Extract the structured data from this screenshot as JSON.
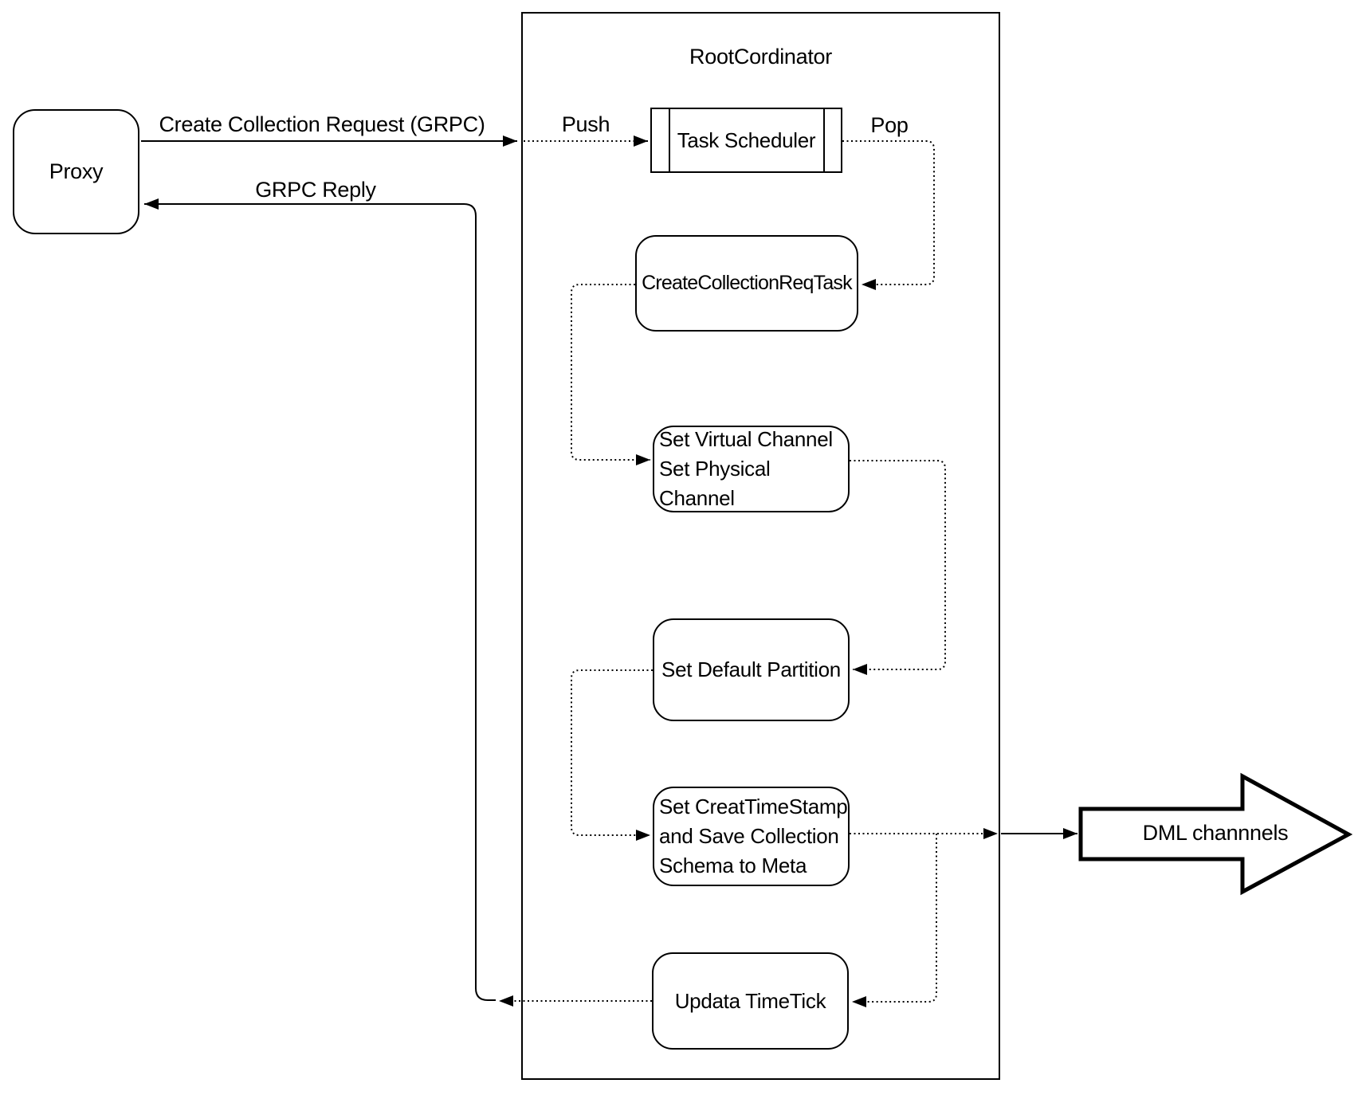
{
  "proxy": {
    "label": "Proxy"
  },
  "container": {
    "title": "RootCordinator"
  },
  "nodes": {
    "task_scheduler": {
      "label": "Task Scheduler"
    },
    "create_collection_req_task": {
      "label": "CreateCollectionReqTask"
    },
    "set_channels": {
      "lines": [
        "Set Virtual Channel",
        "Set Physical Channel"
      ]
    },
    "set_default_partition": {
      "label": "Set Default Partition"
    },
    "set_creat_timestamp": {
      "lines": [
        "Set CreatTimeStamp",
        "and Save Collection",
        "Schema to Meta"
      ]
    },
    "updata_timetick": {
      "label": "Updata TimeTick"
    }
  },
  "edges": {
    "create_collection_request": {
      "label": "Create Collection Request (GRPC)"
    },
    "grpc_reply": {
      "label": "GRPC Reply"
    },
    "push": {
      "label": "Push"
    },
    "pop": {
      "label": "Pop"
    }
  },
  "dml": {
    "label": "DML channnels"
  },
  "colors": {
    "stroke": "#000000",
    "background": "#ffffff"
  }
}
